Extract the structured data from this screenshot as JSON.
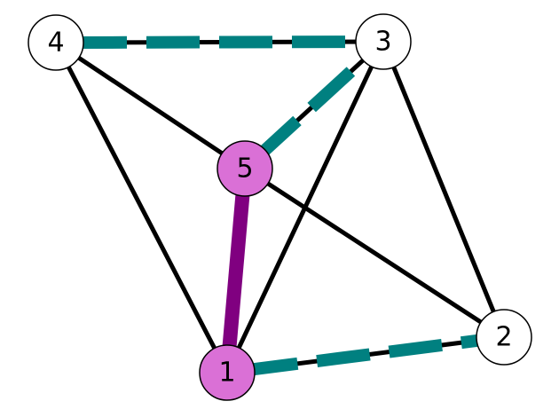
{
  "colors": {
    "background": "#ffffff",
    "black_edge": "#000000",
    "highlight_edge": "#800080",
    "dashed_edge": "#008080",
    "node_default_fill": "#ffffff",
    "node_highlight_fill": "#da70d6",
    "node_stroke": "#000000"
  },
  "nodes": [
    {
      "id": "1",
      "label": "1",
      "highlighted": true
    },
    {
      "id": "2",
      "label": "2",
      "highlighted": false
    },
    {
      "id": "3",
      "label": "3",
      "highlighted": false
    },
    {
      "id": "4",
      "label": "4",
      "highlighted": false
    },
    {
      "id": "5",
      "label": "5",
      "highlighted": true
    }
  ],
  "edges": [
    {
      "from": "4",
      "to": "1",
      "style": "solid"
    },
    {
      "from": "4",
      "to": "5",
      "style": "solid"
    },
    {
      "from": "3",
      "to": "1",
      "style": "solid"
    },
    {
      "from": "3",
      "to": "2",
      "style": "solid"
    },
    {
      "from": "5",
      "to": "2",
      "style": "solid"
    },
    {
      "from": "4",
      "to": "3",
      "style": "dashed"
    },
    {
      "from": "5",
      "to": "3",
      "style": "dashed"
    },
    {
      "from": "1",
      "to": "2",
      "style": "dashed"
    },
    {
      "from": "1",
      "to": "5",
      "style": "highlight"
    }
  ]
}
